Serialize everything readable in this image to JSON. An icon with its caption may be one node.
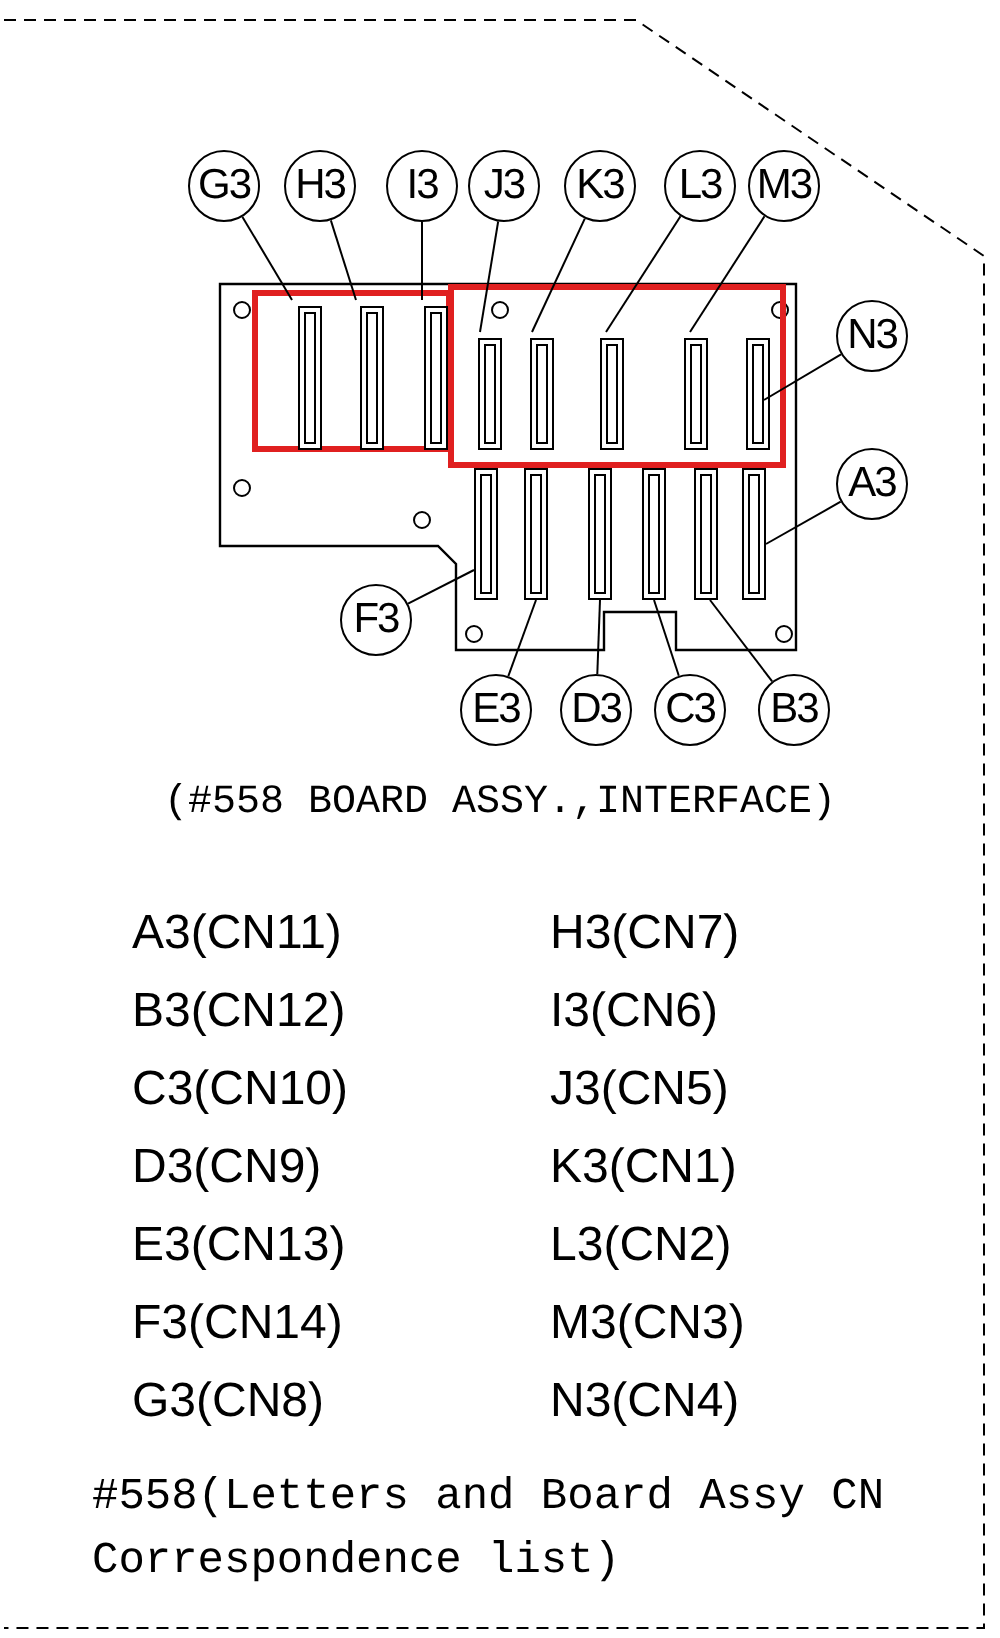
{
  "diagram": {
    "caption": "#558(Letters and Board Assy CN Correspondence list)",
    "nodes": [
      {
        "text": [
          "G3"
        ]
      },
      {
        "text": [
          "H3"
        ]
      },
      {
        "text": [
          "I3"
        ]
      },
      {
        "text": [
          "J3"
        ]
      },
      {
        "text": [
          "K3"
        ]
      },
      {
        "text": [
          "L3"
        ]
      },
      {
        "text": [
          "M3"
        ]
      },
      {
        "text": [
          "N3"
        ]
      },
      {
        "text": [
          "A3"
        ]
      },
      {
        "text": [
          "F3"
        ]
      },
      {
        "text": [
          "E3"
        ]
      },
      {
        "text": [
          "D3"
        ]
      },
      {
        "text": [
          "C3"
        ]
      },
      {
        "text": [
          "B3"
        ]
      },
      {
        "text": [],
        "shape": "box"
      },
      {
        "text": [],
        "shape": "box",
        "in": 14
      },
      {
        "text": [],
        "shape": "box",
        "in": 14
      },
      {
        "text": [],
        "shape": "box",
        "in": 15
      },
      {
        "text": [],
        "shape": "box",
        "in": 15
      },
      {
        "text": [],
        "shape": "box",
        "in": 15
      },
      {
        "text": [],
        "shape": "box",
        "in": 16
      },
      {
        "text": [],
        "shape": "box",
        "in": 16
      },
      {
        "text": [],
        "shape": "box",
        "in": 16
      },
      {
        "text": [],
        "shape": "box",
        "in": 16
      },
      {
        "text": [],
        "shape": "box",
        "in": 16
      },
      {
        "text": [],
        "shape": "box",
        "in": 14
      },
      {
        "text": [],
        "shape": "box",
        "in": 14
      },
      {
        "text": [],
        "shape": "box",
        "in": 14
      },
      {
        "text": [],
        "shape": "box",
        "in": 14
      },
      {
        "text": [],
        "shape": "box",
        "in": 14
      },
      {
        "text": [],
        "shape": "box",
        "in": 14
      }
    ],
    "edges": [
      {
        "from": 0,
        "to": 17,
        "arrow": "none"
      },
      {
        "from": 1,
        "to": 18,
        "arrow": "none"
      },
      {
        "from": 2,
        "to": 19,
        "arrow": "none"
      },
      {
        "from": 3,
        "to": 20,
        "arrow": "none"
      },
      {
        "from": 4,
        "to": 21,
        "arrow": "none"
      },
      {
        "from": 5,
        "to": 22,
        "arrow": "none"
      },
      {
        "from": 6,
        "to": 23,
        "arrow": "none"
      },
      {
        "from": 7,
        "to": 24,
        "arrow": "none"
      },
      {
        "from": 8,
        "to": 30,
        "arrow": "none"
      },
      {
        "from": 9,
        "to": 25,
        "arrow": "none"
      },
      {
        "from": 10,
        "to": 26,
        "arrow": "none"
      },
      {
        "from": 11,
        "to": 27,
        "arrow": "none"
      },
      {
        "from": 12,
        "to": 28,
        "arrow": "none"
      },
      {
        "from": 13,
        "to": 29,
        "arrow": "none"
      }
    ],
    "labels": [
      "(#558 BOARD ASSY.,INTERFACE)",
      "A3(CN11)",
      "H3(CN7)",
      "B3(CN12)",
      "I3(CN6)",
      "C3(CN10)",
      "J3(CN5)",
      "D3(CN9)",
      "K3(CN1)",
      "E3(CN13)",
      "L3(CN2)",
      "F3(CN14)",
      "M3(CN3)",
      "G3(CN8)",
      "N3(CN4)"
    ]
  }
}
